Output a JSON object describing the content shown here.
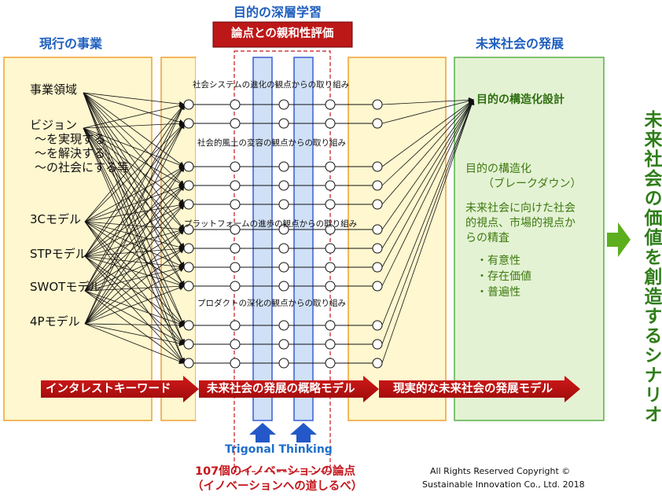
{
  "headings": {
    "deep_learning": "目的の深層学習",
    "affinity_eval": "論点との親和性評価",
    "current_business": "現行の事業",
    "future_development": "未来社会の発展"
  },
  "sources": [
    "事業領域",
    "ビジョン",
    "～を実現する",
    "～を解決する",
    "～の社会にする等",
    "3Cモデル",
    "STPモデル",
    "SWOTモデル",
    "4Pモデル"
  ],
  "row_labels": [
    "社会システムの進化の観点からの取り組み",
    "社会的風土の変容の観点からの取り組み",
    "プラットフォームの進歩の観点からの取り組み",
    "プロダクトの深化の観点からの取り組み"
  ],
  "target_label": "目的の構造化設計",
  "green_panel": {
    "line1": "目的の構造化",
    "line2": "（ブレークダウン）",
    "line3": "未来社会に向けた社会",
    "line4": "的視点、市場的視点か",
    "line5": "らの精査",
    "bullets": [
      "・有意性",
      "・存在価値",
      "・普遍性"
    ]
  },
  "arrows": [
    "インタレストキーワード",
    "未来社会の発展の概略モデル",
    "現実的な未来社会の発展モデル"
  ],
  "vertical_text": "未来社会の価値を創造するシナリオ",
  "trigonal": "Trigonal Thinking",
  "footer": {
    "line1": "107個のイノベーションの論点",
    "line2": "（イノベーションへの道しるべ）"
  },
  "copyright": {
    "line1": "All Rights Reserved  Copyright ©",
    "line2": "Sustainable Innovation  Co., Ltd.  2018"
  },
  "colors": {
    "panel_fill": "#fef7cf",
    "panel_border": "#f0a030",
    "green_fill": "#e4f2d4",
    "green_border": "#5ab04a",
    "heading_blue": "#1f5fbf",
    "dark_red": "#b30f0f",
    "bar_blue": "#cfe0f7",
    "bar_border": "#3a5fd0"
  }
}
